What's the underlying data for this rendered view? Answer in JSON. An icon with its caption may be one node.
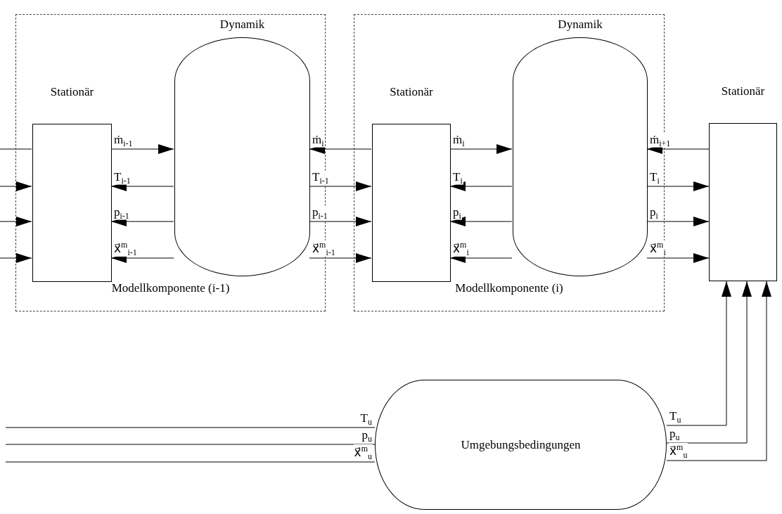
{
  "diagram": {
    "nodes": [
      {
        "text": [
          "Modellkomponente (i-1)"
        ]
      },
      {
        "text": [
          "Stationär"
        ],
        "in": 0
      },
      {
        "text": [
          "Dynamik"
        ],
        "in": 0
      },
      {
        "text": [
          "Modellkomponente (i)"
        ]
      },
      {
        "text": [
          "Stationär"
        ],
        "in": 3
      },
      {
        "text": [
          "Dynamik"
        ],
        "in": 3
      },
      {
        "text": [
          "Stationär"
        ]
      },
      {
        "text": [
          "Umgebungsbedingungen"
        ]
      }
    ],
    "edges": [
      {
        "from": null,
        "to": 1,
        "arrow": "none"
      },
      {
        "from": null,
        "to": 1,
        "arrow": "to"
      },
      {
        "from": null,
        "to": 1,
        "arrow": "to"
      },
      {
        "from": null,
        "to": 1,
        "arrow": "to"
      },
      {
        "from": 1,
        "to": 2,
        "arrow": "to",
        "label": "ṁ$_{i-1}$"
      },
      {
        "from": 2,
        "to": 1,
        "arrow": "to",
        "label": "T$_{i-1}$"
      },
      {
        "from": 2,
        "to": 1,
        "arrow": "to",
        "label": "p$_{i-1}$"
      },
      {
        "from": 2,
        "to": 1,
        "arrow": "to",
        "label": "x⃗$^{m}$$_{i-1}$"
      },
      {
        "from": 4,
        "to": 2,
        "arrow": "to",
        "label": "ṁ$_{i}$"
      },
      {
        "from": 2,
        "to": 4,
        "arrow": "to",
        "label": "T$_{i-1}$"
      },
      {
        "from": 2,
        "to": 4,
        "arrow": "to",
        "label": "p$_{i-1}$"
      },
      {
        "from": 2,
        "to": 4,
        "arrow": "to",
        "label": "x⃗$^{m}$$_{i-1}$"
      },
      {
        "from": 4,
        "to": 5,
        "arrow": "to",
        "label": "ṁ$_{i}$"
      },
      {
        "from": 5,
        "to": 4,
        "arrow": "to",
        "label": "T$_{i}$"
      },
      {
        "from": 5,
        "to": 4,
        "arrow": "to",
        "label": "p$_{i}$"
      },
      {
        "from": 5,
        "to": 4,
        "arrow": "to",
        "label": "x⃗$^{m}$$_{i}$"
      },
      {
        "from": 6,
        "to": 5,
        "arrow": "to",
        "label": "ṁ$_{i+1}$"
      },
      {
        "from": 5,
        "to": 6,
        "arrow": "to",
        "label": "T$_{i}$"
      },
      {
        "from": 5,
        "to": 6,
        "arrow": "to",
        "label": "p$_{i}$"
      },
      {
        "from": 5,
        "to": 6,
        "arrow": "to",
        "label": "x⃗$^{m}$$_{i}$"
      },
      {
        "from": null,
        "to": 7,
        "arrow": "none",
        "label": "T$_{u}$"
      },
      {
        "from": null,
        "to": 7,
        "arrow": "none",
        "label": "p$_{u}$"
      },
      {
        "from": null,
        "to": 7,
        "arrow": "none",
        "label": "x⃗$^{m}$$_{u}$"
      },
      {
        "from": 7,
        "to": 6,
        "arrow": "to",
        "label": "T$_{u}$"
      },
      {
        "from": 7,
        "to": 6,
        "arrow": "to",
        "label": "p$_{u}$"
      },
      {
        "from": 7,
        "to": 6,
        "arrow": "to",
        "label": "x⃗$^{m}$$_{u}$"
      }
    ]
  }
}
